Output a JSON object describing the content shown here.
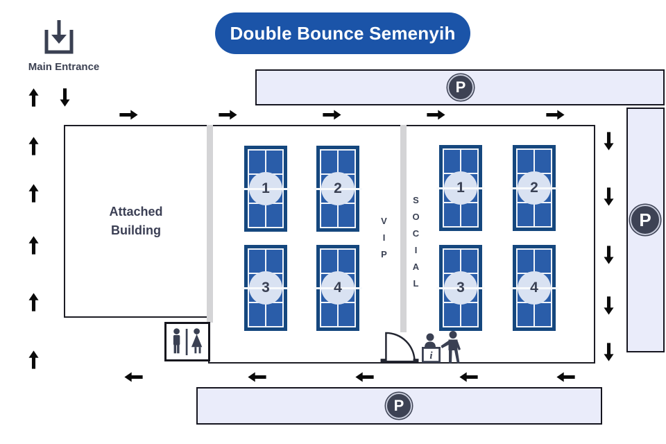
{
  "title": "Double Bounce Semenyih",
  "entrance": {
    "label": "Main Entrance"
  },
  "building": {
    "label": "Attached Building"
  },
  "zones": {
    "vip": {
      "label": "VIP",
      "courts": [
        "1",
        "2",
        "3",
        "4"
      ]
    },
    "social": {
      "label": "SOCIAL",
      "courts": [
        "1",
        "2",
        "3",
        "4"
      ]
    }
  },
  "parking": {
    "symbol": "P",
    "areas": [
      "top",
      "right",
      "bottom"
    ]
  },
  "info_desk": {
    "symbol": "i"
  },
  "colors": {
    "title_bg": "#1b54a8",
    "court_border": "#15477e",
    "court_fill": "#2a5da9",
    "court_line": "#f2f5fa",
    "court_circle": "#d9e2f2",
    "parking_bg": "#eaecfa",
    "parking_icon_bg": "#3d4254",
    "icon_dark": "#3a4052",
    "text_dark": "#3b4254",
    "divider_gray": "#d4d4d6",
    "arrow_black": "#0a0a0a"
  }
}
